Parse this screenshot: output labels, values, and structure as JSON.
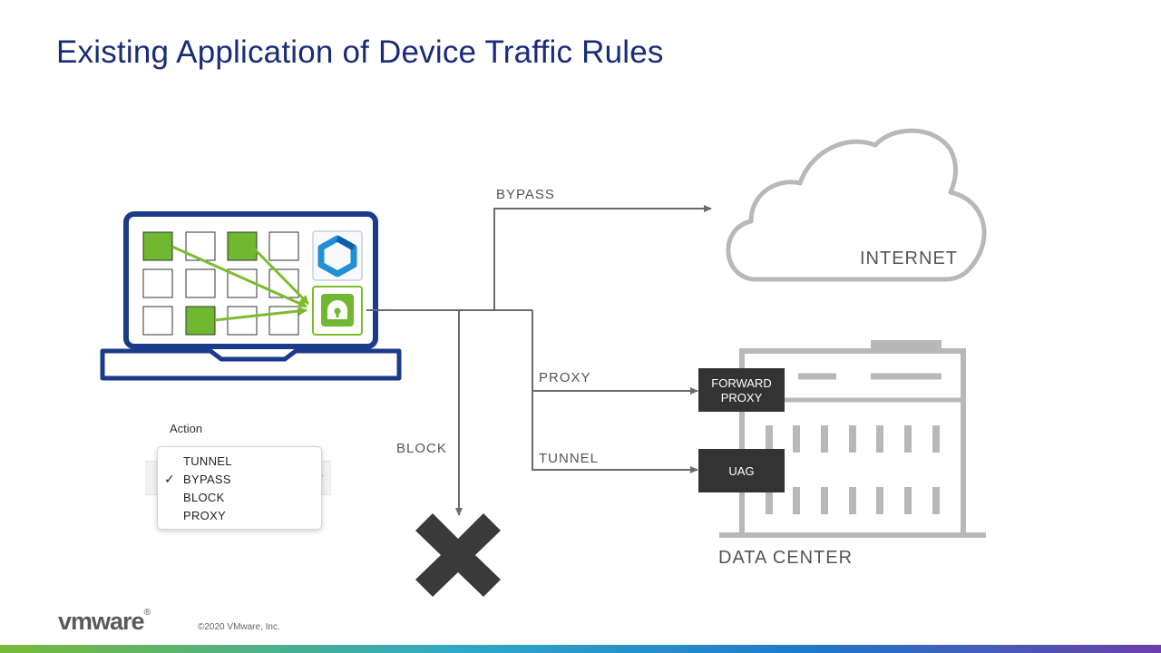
{
  "slide": {
    "title": "Existing Application of Device Traffic Rules"
  },
  "diagram": {
    "labels": {
      "bypass": "BYPASS",
      "proxy": "PROXY",
      "tunnel": "TUNNEL",
      "block": "BLOCK",
      "internet": "INTERNET",
      "data_center": "DATA CENTER"
    },
    "boxes": {
      "forward_proxy_line1": "FORWARD",
      "forward_proxy_line2": "PROXY",
      "uag": "UAG"
    }
  },
  "action_dropdown": {
    "label": "Action",
    "options": [
      "TUNNEL",
      "BYPASS",
      "BLOCK",
      "PROXY"
    ],
    "selected": "BYPASS",
    "check_glyph": "✓"
  },
  "footer": {
    "logo": "vmware",
    "trademark": "®",
    "copyright": "©2020 VMware, Inc."
  },
  "colors": {
    "title": "#1a2b7a",
    "laptop": "#1b3a8c",
    "app_green": "#6fb82f",
    "arrow_green": "#7dbb2e",
    "line_gray": "#6b6b6b",
    "building_gray": "#b8b8b8",
    "dark_box": "#333333",
    "block_x": "#3a3a3a"
  }
}
